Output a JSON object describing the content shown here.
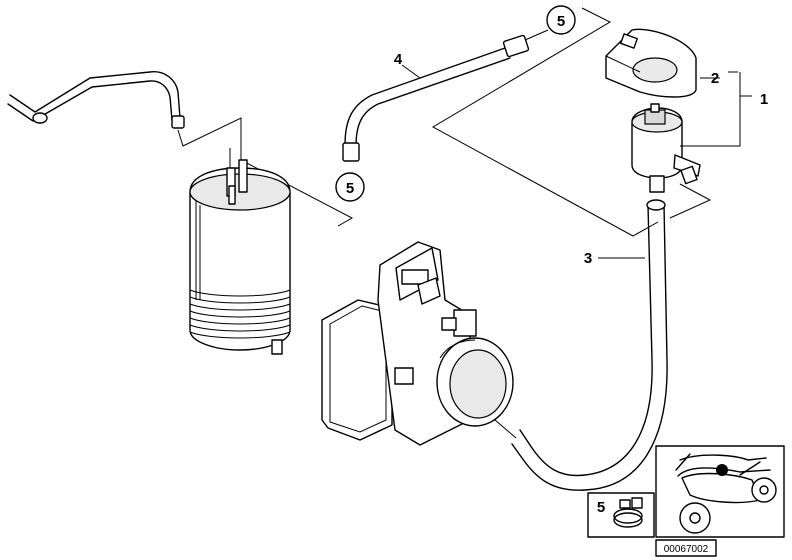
{
  "callouts": {
    "label_1": "1",
    "label_2": "2",
    "label_3": "3",
    "label_4": "4",
    "label_5_top": "5",
    "label_5_mid": "5",
    "label_5_legend": "5"
  },
  "footer": {
    "diagram_code": "00067002"
  },
  "colors": {
    "line": "#000000",
    "background": "#ffffff",
    "shading": "#d9d9d9",
    "location_marker": "#000000"
  }
}
